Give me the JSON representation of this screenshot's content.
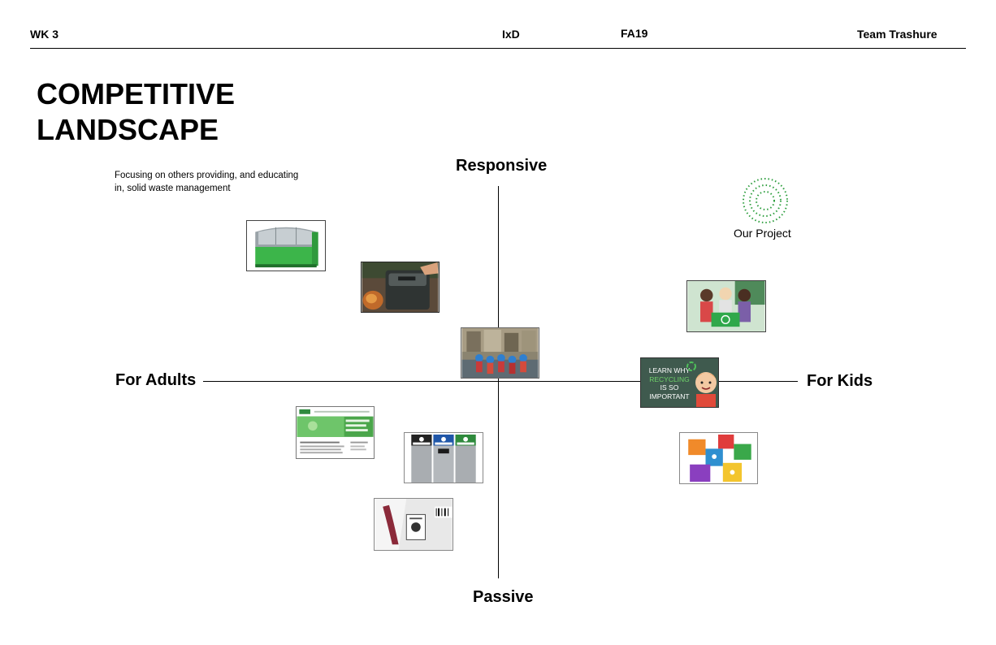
{
  "header": {
    "week": "WK 3",
    "course": "IxD",
    "term": "FA19",
    "team": "Team Trashure"
  },
  "title": {
    "line1": "COMPETITIVE",
    "line2": "LANDSCAPE"
  },
  "description": "Focusing on others providing, and educating in, solid waste management",
  "axes": {
    "top": "Responsive",
    "bottom": "Passive",
    "left": "For Adults",
    "right": "For Kids"
  },
  "our_project": {
    "label": "Our Project",
    "icon": "concentric-dotted-circles-icon",
    "color": "#2e9e3e"
  },
  "tile": {
    "line1": "LEARN WHY",
    "line2": "RECYCLING",
    "line3": "IS SO",
    "line4": "IMPORTANT"
  },
  "colors": {
    "recycle_green": "#3cb54a",
    "project_green": "#2e9e3e",
    "tile_bg": "#3f5a4e"
  }
}
